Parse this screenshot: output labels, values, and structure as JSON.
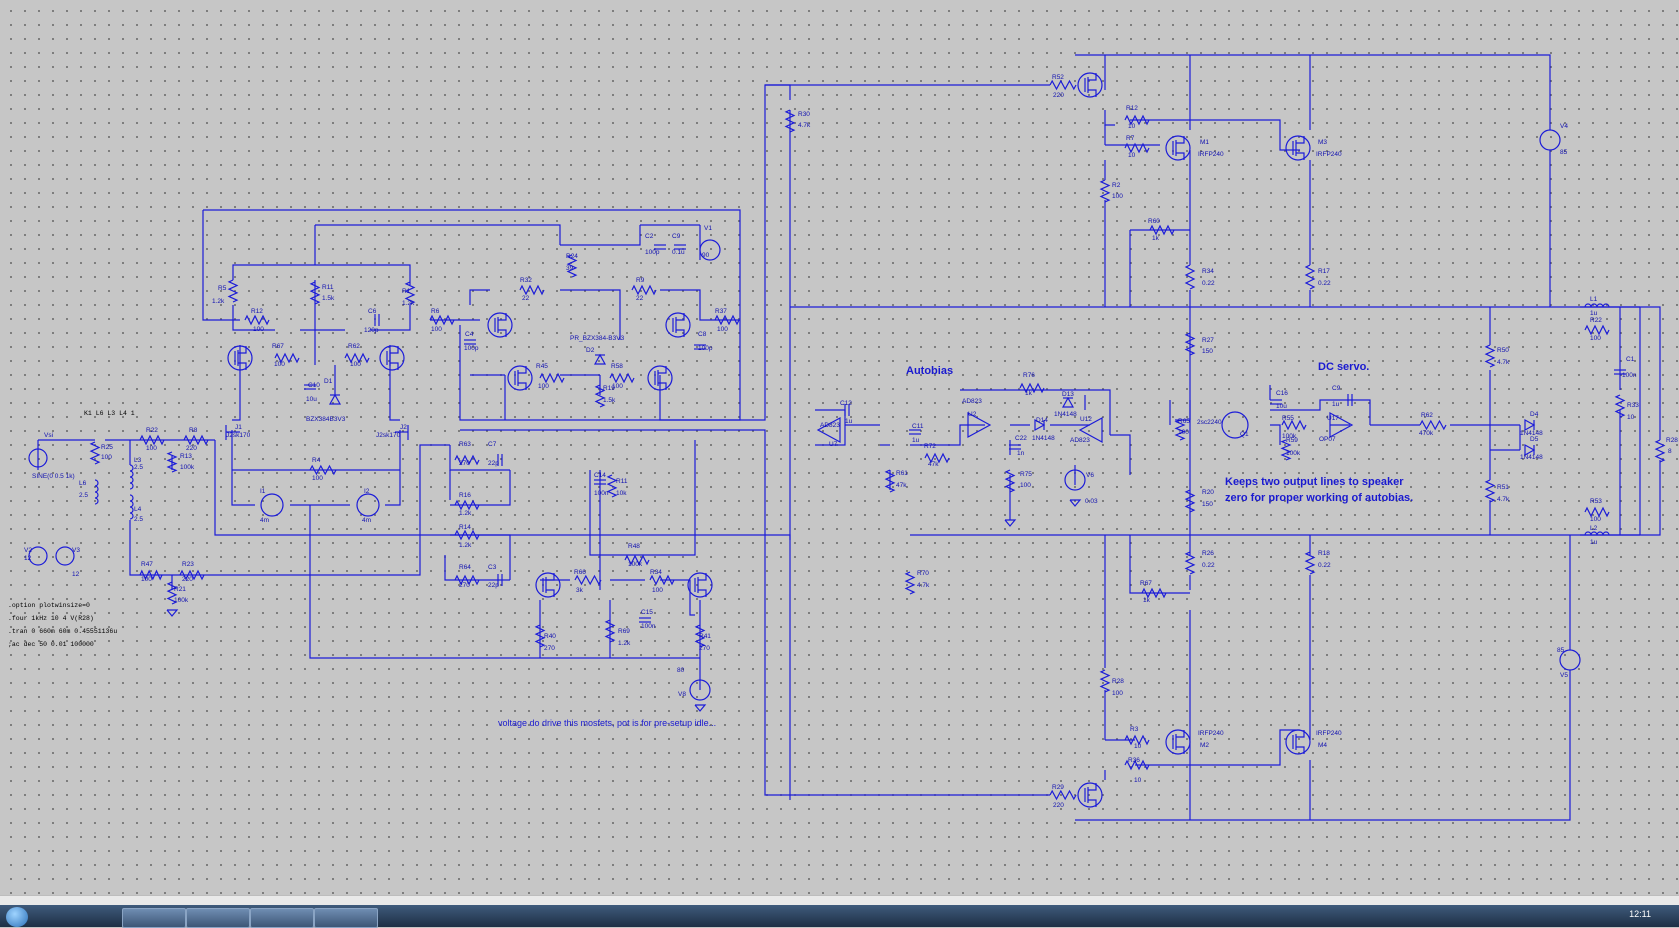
{
  "schematic": {
    "titles": {
      "autobias": "Autobias",
      "dc_servo": "DC servo."
    },
    "notes": {
      "speaker_line1": "Keeps two output lines to speaker",
      "speaker_line2": "zero for proper working of autobias.",
      "mosfet_drive": "voltage do drive this mosfets, pot is for pre-setup idle..."
    },
    "directives": [
      ".option plotwinsize=0",
      ".four 1kHz 10 4 V(R28)",
      ".tran 0 660m 60m 0.45551136u",
      ";ac dec 50 0.01 100000"
    ],
    "k_statement": "K1 L6 L3 L4 1",
    "labels": [
      {
        "id": "vsig",
        "t": "Vsi"
      },
      {
        "id": "vsig_v",
        "t": "SINE(0 0.5 1k)"
      },
      {
        "id": "r25",
        "t": "R25"
      },
      {
        "id": "r25v",
        "t": "100"
      },
      {
        "id": "r22",
        "t": "R22"
      },
      {
        "id": "r22v",
        "t": "100"
      },
      {
        "id": "r8",
        "t": "R8"
      },
      {
        "id": "r8v",
        "t": "220"
      },
      {
        "id": "r13",
        "t": "R13"
      },
      {
        "id": "r13v",
        "t": "100k"
      },
      {
        "id": "l3",
        "t": "L3"
      },
      {
        "id": "l3v",
        "t": "2.5"
      },
      {
        "id": "l6",
        "t": "L6"
      },
      {
        "id": "l6v",
        "t": "2.5"
      },
      {
        "id": "l4",
        "t": "L4"
      },
      {
        "id": "l4v",
        "t": "2.5"
      },
      {
        "id": "r47",
        "t": "R47"
      },
      {
        "id": "r47v",
        "t": "100"
      },
      {
        "id": "r23",
        "t": "R23"
      },
      {
        "id": "r23v",
        "t": "220"
      },
      {
        "id": "r21",
        "t": "R21"
      },
      {
        "id": "r21v",
        "t": "100k"
      },
      {
        "id": "v2",
        "t": "V2"
      },
      {
        "id": "v2v",
        "t": "12"
      },
      {
        "id": "v3",
        "t": "V3"
      },
      {
        "id": "v3v",
        "t": "12"
      },
      {
        "id": "r5",
        "t": "R5"
      },
      {
        "id": "r5v",
        "t": "1.2k"
      },
      {
        "id": "r12a",
        "t": "R12"
      },
      {
        "id": "r12av",
        "t": "100"
      },
      {
        "id": "r11",
        "t": "R11"
      },
      {
        "id": "r11v",
        "t": "1.5k"
      },
      {
        "id": "r1",
        "t": "R1"
      },
      {
        "id": "r1v",
        "t": "1.2k"
      },
      {
        "id": "c6",
        "t": "C6"
      },
      {
        "id": "c6v",
        "t": "120p"
      },
      {
        "id": "r67",
        "t": "R67"
      },
      {
        "id": "r67v",
        "t": "100"
      },
      {
        "id": "r62",
        "t": "R62"
      },
      {
        "id": "r62v",
        "t": "100"
      },
      {
        "id": "c10",
        "t": "C10"
      },
      {
        "id": "c10v",
        "t": "10u"
      },
      {
        "id": "d1",
        "t": "D1"
      },
      {
        "id": "d1v",
        "t": "BZX384B3V3"
      },
      {
        "id": "j1",
        "t": "J1"
      },
      {
        "id": "j1v",
        "t": "J2sk170"
      },
      {
        "id": "j2",
        "t": "J2"
      },
      {
        "id": "j2v",
        "t": "J2sk170"
      },
      {
        "id": "r4",
        "t": "R4"
      },
      {
        "id": "r4v",
        "t": "100"
      },
      {
        "id": "i1",
        "t": "I1"
      },
      {
        "id": "i1v",
        "t": "4m"
      },
      {
        "id": "i2",
        "t": "I2"
      },
      {
        "id": "i2v",
        "t": "4m"
      },
      {
        "id": "r6",
        "t": "R6"
      },
      {
        "id": "r6v",
        "t": "100"
      },
      {
        "id": "c4",
        "t": "C4"
      },
      {
        "id": "c4v",
        "t": "100p"
      },
      {
        "id": "r32",
        "t": "R32"
      },
      {
        "id": "r32v",
        "t": "22"
      },
      {
        "id": "r24",
        "t": "R24"
      },
      {
        "id": "r24v",
        "t": "39"
      },
      {
        "id": "r9",
        "t": "R9"
      },
      {
        "id": "r9v",
        "t": "22"
      },
      {
        "id": "c2",
        "t": "C2"
      },
      {
        "id": "c2v",
        "t": "100p"
      },
      {
        "id": "c9",
        "t": "C9"
      },
      {
        "id": "c9v",
        "t": "0.1u"
      },
      {
        "id": "v1",
        "t": "V1"
      },
      {
        "id": "v1v",
        "t": "90"
      },
      {
        "id": "r37",
        "t": "R37"
      },
      {
        "id": "r37v",
        "t": "100"
      },
      {
        "id": "c8",
        "t": "C8"
      },
      {
        "id": "c8v",
        "t": "100p"
      },
      {
        "id": "d2",
        "t": "D2"
      },
      {
        "id": "d2v",
        "t": "PR_BZX384-B3V3"
      },
      {
        "id": "r45",
        "t": "R45"
      },
      {
        "id": "r45v",
        "t": "100"
      },
      {
        "id": "r58",
        "t": "R58"
      },
      {
        "id": "r58v",
        "t": "100"
      },
      {
        "id": "r19",
        "t": "R19"
      },
      {
        "id": "r19v",
        "t": "1.5k"
      },
      {
        "id": "r63",
        "t": "R63"
      },
      {
        "id": "r63v",
        "t": "270"
      },
      {
        "id": "c7",
        "t": "C7"
      },
      {
        "id": "c7v",
        "t": "22p"
      },
      {
        "id": "r16",
        "t": "R16"
      },
      {
        "id": "r16v",
        "t": "1.2k"
      },
      {
        "id": "r14",
        "t": "R14"
      },
      {
        "id": "r14v",
        "t": "1.2k"
      },
      {
        "id": "r64",
        "t": "R64"
      },
      {
        "id": "r64v",
        "t": "270"
      },
      {
        "id": "c3",
        "t": "C3"
      },
      {
        "id": "c3v",
        "t": "22p"
      },
      {
        "id": "c14",
        "t": "C14"
      },
      {
        "id": "c14v",
        "t": "100n"
      },
      {
        "id": "r11b",
        "t": "R11"
      },
      {
        "id": "r11bv",
        "t": "10k"
      },
      {
        "id": "r48",
        "t": "R48"
      },
      {
        "id": "r48v",
        "t": "100k"
      },
      {
        "id": "r66",
        "t": "R66"
      },
      {
        "id": "r66v",
        "t": "3k"
      },
      {
        "id": "r34",
        "t": "R34"
      },
      {
        "id": "r34v",
        "t": "100"
      },
      {
        "id": "c15",
        "t": "C15"
      },
      {
        "id": "c15v",
        "t": "100n"
      },
      {
        "id": "r69",
        "t": "R69"
      },
      {
        "id": "r69v",
        "t": "1.2k"
      },
      {
        "id": "r40",
        "t": "R40"
      },
      {
        "id": "r40v",
        "t": "270"
      },
      {
        "id": "r41",
        "t": "R41"
      },
      {
        "id": "r41v",
        "t": "270"
      },
      {
        "id": "v8",
        "t": "V8"
      },
      {
        "id": "v8v",
        "t": "80"
      },
      {
        "id": "r30",
        "t": "R30"
      },
      {
        "id": "r30v",
        "t": "4.7k"
      },
      {
        "id": "r52",
        "t": "R52"
      },
      {
        "id": "r52v",
        "t": "220"
      },
      {
        "id": "r12b",
        "t": "R12"
      },
      {
        "id": "r12bv",
        "t": "10"
      },
      {
        "id": "r7",
        "t": "R7"
      },
      {
        "id": "r7v",
        "t": "10"
      },
      {
        "id": "m1",
        "t": "M1"
      },
      {
        "id": "m1v",
        "t": "IRFP240"
      },
      {
        "id": "m3",
        "t": "M3"
      },
      {
        "id": "m3v",
        "t": "IRFP240"
      },
      {
        "id": "r2",
        "t": "R2"
      },
      {
        "id": "r2v",
        "t": "100"
      },
      {
        "id": "r60",
        "t": "R60"
      },
      {
        "id": "r60v",
        "t": "1k"
      },
      {
        "id": "r34b",
        "t": "R34"
      },
      {
        "id": "r34bv",
        "t": "0.22"
      },
      {
        "id": "r17",
        "t": "R17"
      },
      {
        "id": "r17v",
        "t": "0.22"
      },
      {
        "id": "v4",
        "t": "V4"
      },
      {
        "id": "v4v",
        "t": "85"
      },
      {
        "id": "r27",
        "t": "R27"
      },
      {
        "id": "r27v",
        "t": "150"
      },
      {
        "id": "r20",
        "t": "R20"
      },
      {
        "id": "r20v",
        "t": "150"
      },
      {
        "id": "r26",
        "t": "R26"
      },
      {
        "id": "r26v",
        "t": "0.22"
      },
      {
        "id": "r18",
        "t": "R18"
      },
      {
        "id": "r18v",
        "t": "0.22"
      },
      {
        "id": "r67b",
        "t": "R67"
      },
      {
        "id": "r67bv",
        "t": "1k"
      },
      {
        "id": "r28",
        "t": "R28"
      },
      {
        "id": "r28v",
        "t": "100"
      },
      {
        "id": "r3",
        "t": "R3"
      },
      {
        "id": "r3v",
        "t": "10"
      },
      {
        "id": "r36",
        "t": "R36"
      },
      {
        "id": "r36v",
        "t": "10"
      },
      {
        "id": "m2",
        "t": "M2"
      },
      {
        "id": "m2v",
        "t": "IRFP240"
      },
      {
        "id": "m4",
        "t": "M4"
      },
      {
        "id": "m4v",
        "t": "IRFP240"
      },
      {
        "id": "r29",
        "t": "R29"
      },
      {
        "id": "r29v",
        "t": "220"
      },
      {
        "id": "v5",
        "t": "V5"
      },
      {
        "id": "v5v",
        "t": "85"
      },
      {
        "id": "r70",
        "t": "R70"
      },
      {
        "id": "r70v",
        "t": "4.7k"
      },
      {
        "id": "c12",
        "t": "C12"
      },
      {
        "id": "c12v",
        "t": "1u"
      },
      {
        "id": "u7",
        "t": "U7"
      },
      {
        "id": "u7v",
        "t": "AD823"
      },
      {
        "id": "c11",
        "t": "C11"
      },
      {
        "id": "c11v",
        "t": "1u"
      },
      {
        "id": "r72",
        "t": "R72"
      },
      {
        "id": "r72v",
        "t": "47k"
      },
      {
        "id": "r61",
        "t": "R61"
      },
      {
        "id": "r61v",
        "t": "47k"
      },
      {
        "id": "u2",
        "t": "U2"
      },
      {
        "id": "u2v",
        "t": "AD823"
      },
      {
        "id": "r76",
        "t": "R76"
      },
      {
        "id": "r76v",
        "t": "1k"
      },
      {
        "id": "d13",
        "t": "D13"
      },
      {
        "id": "d13v",
        "t": "1N4148"
      },
      {
        "id": "d14",
        "t": "D14"
      },
      {
        "id": "d14v",
        "t": "1N4148"
      },
      {
        "id": "c22",
        "t": "C22"
      },
      {
        "id": "c22v",
        "t": "1n"
      },
      {
        "id": "u12",
        "t": "U12"
      },
      {
        "id": "u12v",
        "t": "AD823"
      },
      {
        "id": "r75",
        "t": "R75"
      },
      {
        "id": "r75v",
        "t": "100"
      },
      {
        "id": "v6",
        "t": "V6"
      },
      {
        "id": "v6v",
        "t": "0.03"
      },
      {
        "id": "r65",
        "t": "R65"
      },
      {
        "id": "r65v",
        "t": "100"
      },
      {
        "id": "q1",
        "t": "Q1"
      },
      {
        "id": "q1v",
        "t": "2sc2240"
      },
      {
        "id": "c16",
        "t": "C16"
      },
      {
        "id": "c16v",
        "t": "10u"
      },
      {
        "id": "r55",
        "t": "R55"
      },
      {
        "id": "r55v",
        "t": "100k"
      },
      {
        "id": "r59",
        "t": "R59"
      },
      {
        "id": "r59v",
        "t": "100k"
      },
      {
        "id": "c9b",
        "t": "C9"
      },
      {
        "id": "c9bv",
        "t": "1u"
      },
      {
        "id": "u17",
        "t": "U17"
      },
      {
        "id": "u17v",
        "t": "OP07"
      },
      {
        "id": "r62b",
        "t": "R62"
      },
      {
        "id": "r62bv",
        "t": "470k"
      },
      {
        "id": "r50",
        "t": "R50"
      },
      {
        "id": "r50v",
        "t": "4.7k"
      },
      {
        "id": "r51",
        "t": "R51"
      },
      {
        "id": "r51v",
        "t": "4.7k"
      },
      {
        "id": "d4",
        "t": "D4"
      },
      {
        "id": "d4v",
        "t": "1N4148"
      },
      {
        "id": "d5",
        "t": "D5"
      },
      {
        "id": "d5v",
        "t": "1N4148"
      },
      {
        "id": "l1",
        "t": "L1"
      },
      {
        "id": "l1v",
        "t": "1u"
      },
      {
        "id": "r22b",
        "t": "R22"
      },
      {
        "id": "r22bv",
        "t": "100"
      },
      {
        "id": "c1",
        "t": "C1"
      },
      {
        "id": "c1v",
        "t": "100n"
      },
      {
        "id": "r33",
        "t": "R33"
      },
      {
        "id": "r33v",
        "t": "10"
      },
      {
        "id": "r28b",
        "t": "R28"
      },
      {
        "id": "r28bv",
        "t": "8"
      },
      {
        "id": "r53",
        "t": "R53"
      },
      {
        "id": "r53v",
        "t": "100"
      },
      {
        "id": "l2",
        "t": "L2"
      },
      {
        "id": "l2v",
        "t": "1u"
      }
    ]
  },
  "taskbar": {
    "clock": "12:11"
  },
  "colors": {
    "wire": "#1c1cd8",
    "background": "#c6c6c6",
    "text": "#1010b0"
  }
}
